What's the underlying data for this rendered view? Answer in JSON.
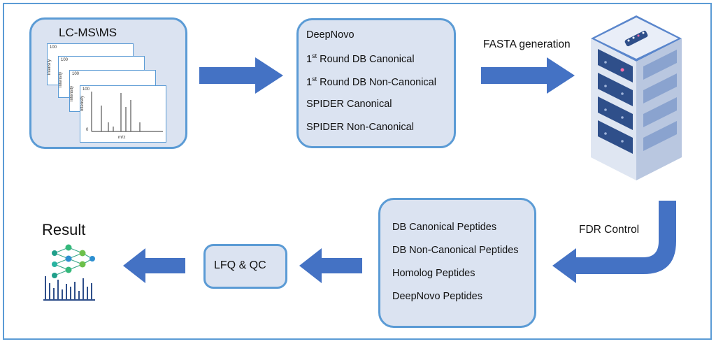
{
  "input_box": {
    "title": "LC-MS\\MS",
    "spectrum": {
      "axis_top": "100",
      "axis_zero": "0",
      "ylabel": "Intensity",
      "xlabel": "m/z"
    }
  },
  "search_box": {
    "items": [
      {
        "text": "DeepNovo",
        "sup": "",
        "rest": ""
      },
      {
        "text": "1",
        "sup": "st",
        "rest": " Round DB Canonical"
      },
      {
        "text": "1",
        "sup": "st",
        "rest": " Round DB Non-Canonical"
      },
      {
        "text": "SPIDER Canonical",
        "sup": "",
        "rest": ""
      },
      {
        "text": "SPIDER Non-Canonical",
        "sup": "",
        "rest": ""
      }
    ]
  },
  "fasta_label": "FASTA generation",
  "fdr_label": "FDR Control",
  "peptide_box": {
    "items": [
      "DB Canonical Peptides",
      "DB Non-Canonical Peptides",
      "Homolog Peptides",
      "DeepNovo Peptides"
    ]
  },
  "lfq_label": "LFQ & QC",
  "result_label": "Result",
  "icons": [
    "server-rack-icon",
    "neural-network-icon"
  ],
  "colors": {
    "accent": "#4472c4",
    "box_fill": "#dbe3f1",
    "box_border": "#5b9bd5",
    "server": "#2f4f8a"
  }
}
